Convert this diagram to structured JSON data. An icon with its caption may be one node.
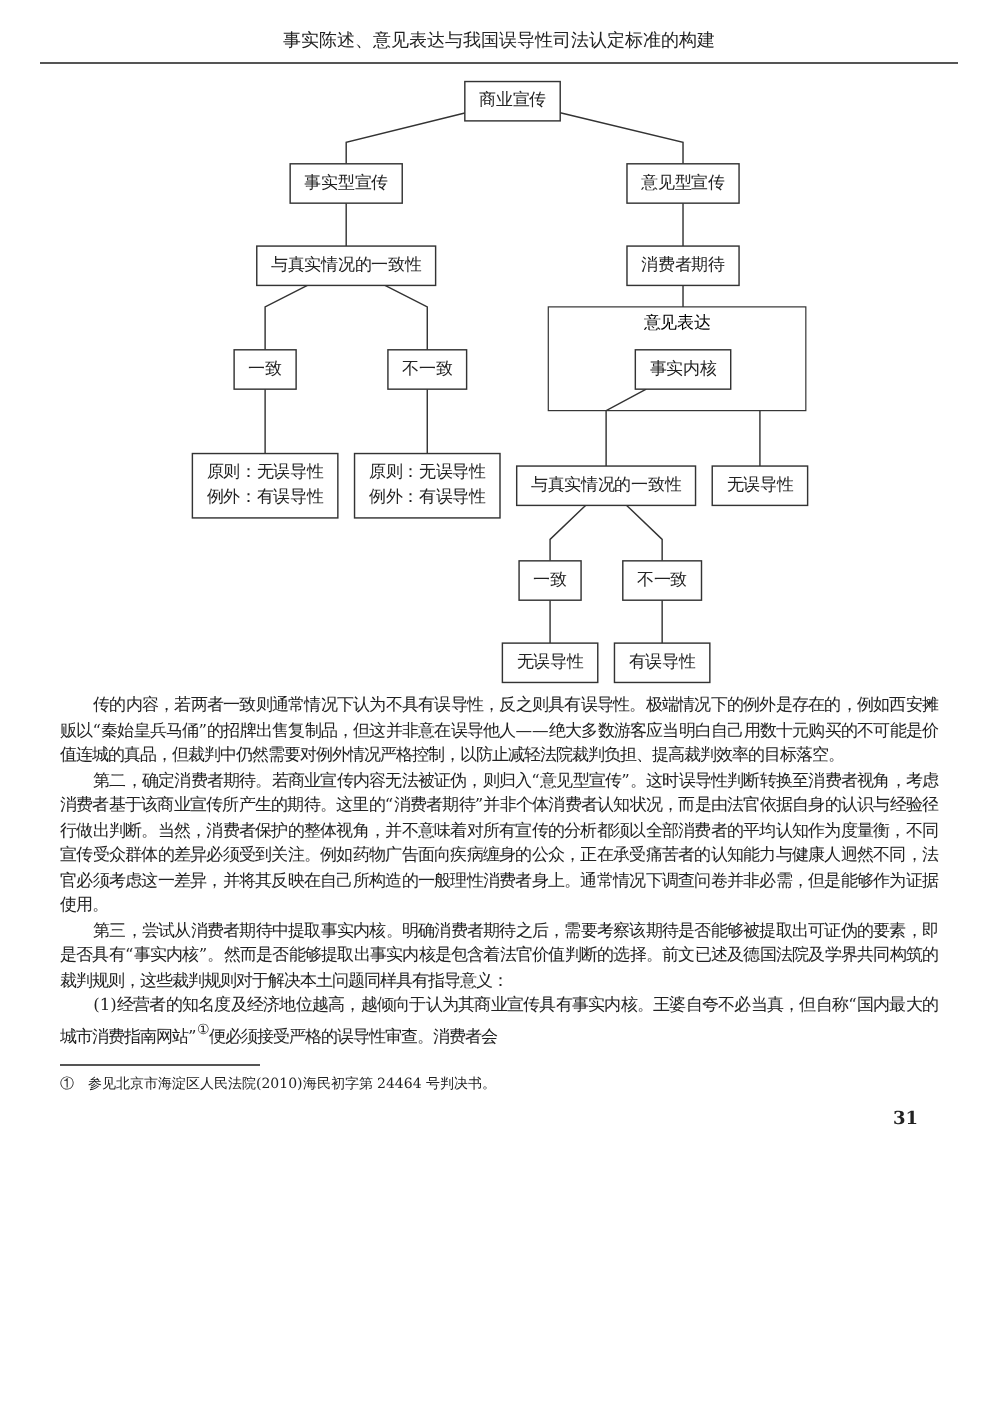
{
  "diagram": {
    "title": "事实陈述、意见表达与我国误导性司法认定标准的构建",
    "nodes": [
      {
        "text": [
          "商业宣传"
        ]
      },
      {
        "text": [
          "事实型宣传"
        ]
      },
      {
        "text": [
          "意见型宣传"
        ]
      },
      {
        "text": [
          "消费者期待"
        ]
      },
      {
        "text": [
          "意见表达"
        ]
      },
      {
        "text": [
          "事实内核"
        ],
        "in": 4
      },
      {
        "text": [
          "与真实情况的一致性"
        ]
      },
      {
        "text": [
          "一致"
        ]
      },
      {
        "text": [
          "不一致"
        ]
      },
      {
        "text": [
          "原则：无误导性",
          "例外：有误导性"
        ]
      },
      {
        "text": [
          "原则：无误导性",
          "例外：有误导性"
        ]
      },
      {
        "text": [
          "与真实情况的一致性"
        ]
      },
      {
        "text": [
          "一致"
        ]
      },
      {
        "text": [
          "不一致"
        ]
      },
      {
        "text": [
          "无误导性"
        ]
      },
      {
        "text": [
          "有误导性"
        ]
      },
      {
        "text": [
          "无误导性"
        ]
      }
    ],
    "edges": [
      {
        "from": 0,
        "to": 1,
        "arrow": "none"
      },
      {
        "from": 0,
        "to": 2,
        "arrow": "none"
      },
      {
        "from": 1,
        "to": 6,
        "arrow": "none"
      },
      {
        "from": 2,
        "to": 3,
        "arrow": "none"
      },
      {
        "from": 3,
        "to": 4,
        "arrow": "none"
      },
      {
        "from": 5,
        "to": 11,
        "arrow": "none"
      },
      {
        "from": 4,
        "to": 16,
        "arrow": "none"
      },
      {
        "from": 6,
        "to": 7,
        "arrow": "none"
      },
      {
        "from": 6,
        "to": 8,
        "arrow": "none"
      },
      {
        "from": 7,
        "to": 9,
        "arrow": "none"
      },
      {
        "from": 8,
        "to": 10,
        "arrow": "none"
      },
      {
        "from": 11,
        "to": 12,
        "arrow": "none"
      },
      {
        "from": 11,
        "to": 13,
        "arrow": "none"
      },
      {
        "from": 12,
        "to": 14,
        "arrow": "none"
      },
      {
        "from": 13,
        "to": 15,
        "arrow": "none"
      }
    ],
    "labels": [
      "传的内容，若两者一致则通常情况下认为不具有误导性，反之则具有误导性。极端情况下的例外是存在的，例如西安摊贩以“秦始皇兵马俑”的招牌出售复制品，但这并非意在误导他人——绝大多数游客应当明白自己用数十元购买的不可能是价值连城的真品，但裁判中仍然需要对例外情况严格控制，以防止减轻法院裁判负担、提高裁判效率的目标落空。",
      "第二，确定消费者期待。若商业宣传内容无法被证伪，则归入“意见型宣传”。这时误导性判断转换至消费者视角，考虑消费者基于该商业宣传所产生的期待。这里的“消费者期待”并非个体消费者认知状况，而是由法官依据自身的认识与经验径行做出判断。当然，消费者保护的整体视角，并不意味着对所有宣传的分析都须以全部消费者的平均认知作为度量衡，不同宣传受众群体的差异必须受到关注。例如药物广告面向疾病缠身的公众，正在承受痛苦者的认知能力与健康人迥然不同，法官必须考虑这一差异，并将其反映在自己所构造的一般理性消费者身上。通常情况下调查问卷并非必需，但是能够作为证据使用。",
      "第三，尝试从消费者期待中提取事实内核。明确消费者期待之后，需要考察该期待是否能够被提取出可证伪的要素，即是否具有“事实内核”。然而是否能够提取出事实内核是包含着法官价值判断的选择。前文已述及德国法院及学界共同构筑的裁判规则，这些裁判规则对于解决本土问题同样具有指导意义：",
      "(1)经营者的知名度及经济地位越高，越倾向于认为其商业宣传具有事实内核。王婆自夸不必当真，但自称“国内最大的城市消费指南网站”$^{①}$便必须接受严格的误导性审查。消费者会",
      "①　参见北京市海淀区人民法院(2010)海民初字第 24464 号判决书。",
      "31"
    ]
  }
}
